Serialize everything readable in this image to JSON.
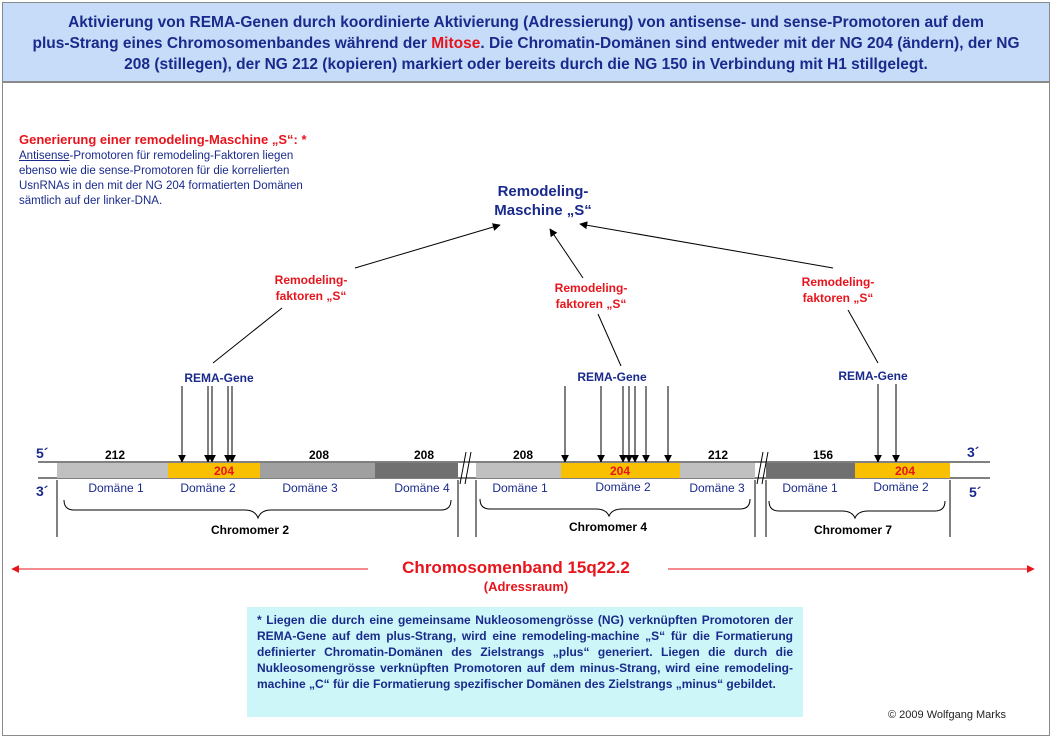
{
  "header": {
    "line1": "Aktivierung von REMA-Genen durch koordinierte Aktivierung (Adressierung) von antisense- und sense-Promotoren auf dem",
    "line2_pre": "plus-Strang eines Chromosomenbandes während der ",
    "line2_highlight": "Mitose",
    "line2_post": ". Die Chromatin-Domänen sind entweder mit der NG 204 (ändern), der NG",
    "line3": "208 (stillegen), der NG 212 (kopieren) markiert oder bereits durch die NG 150 in Verbindung mit H1 stillgelegt."
  },
  "generation": {
    "title": "Generierung einer remodeling-Maschine „S“: *",
    "antisense": "Antisense",
    "line1_rest": "-Promotoren für remodeling-Faktoren liegen",
    "line2": "ebenso wie die sense-Promotoren für die korrelierten",
    "line3": "UsnRNAs in den mit der NG 204 formatierten Domänen",
    "line4": "sämtlich auf der linker-DNA."
  },
  "machine": {
    "line1": "Remodeling-",
    "line2": "Maschine „S“"
  },
  "factors": {
    "line1": "Remodeling-",
    "line2": "faktoren „S“"
  },
  "rema_label": "REMA-Gene",
  "strand": {
    "five_prime": "5´",
    "three_prime": "3´"
  },
  "ng": {
    "n212": "212",
    "n204": "204",
    "n208": "208",
    "n156": "156"
  },
  "domains": {
    "d1": "Domäne 1",
    "d2": "Domäne 2",
    "d3": "Domäne 3",
    "d4": "Domäne 4"
  },
  "chromomers": {
    "c2": "Chromomer 2",
    "c4": "Chromomer 4",
    "c7": "Chromomer 7"
  },
  "band": {
    "title": "Chromosomenband 15q22.2",
    "subtitle": "(Adressraum)"
  },
  "note": "* Liegen die durch eine gemeinsame Nukleosomengrösse (NG) verknüpften Promotoren der REMA-Gene auf dem plus-Strang, wird eine remodeling-machine „S“ für die Formatierung definierter Chromatin-Domänen des Zielstrangs „plus“ generiert. Liegen die durch die Nukleosomengrösse verknüpften Promotoren auf dem minus-Strang, wird eine remodeling-machine „C“ für die Formatierung spezifischer Domänen des Zielstrangs „minus“ gebildet.",
  "copyright": "© 2009 Wolfgang Marks",
  "colors": {
    "red": "#e8141c",
    "navy": "#1a2a8c",
    "yellow": "#f8c000",
    "grey_light": "#c0c0c0",
    "grey_mid": "#a0a0a0",
    "grey_dark": "#707070",
    "header_bg": "#c6dcf8",
    "note_bg": "#ccf6f8"
  }
}
